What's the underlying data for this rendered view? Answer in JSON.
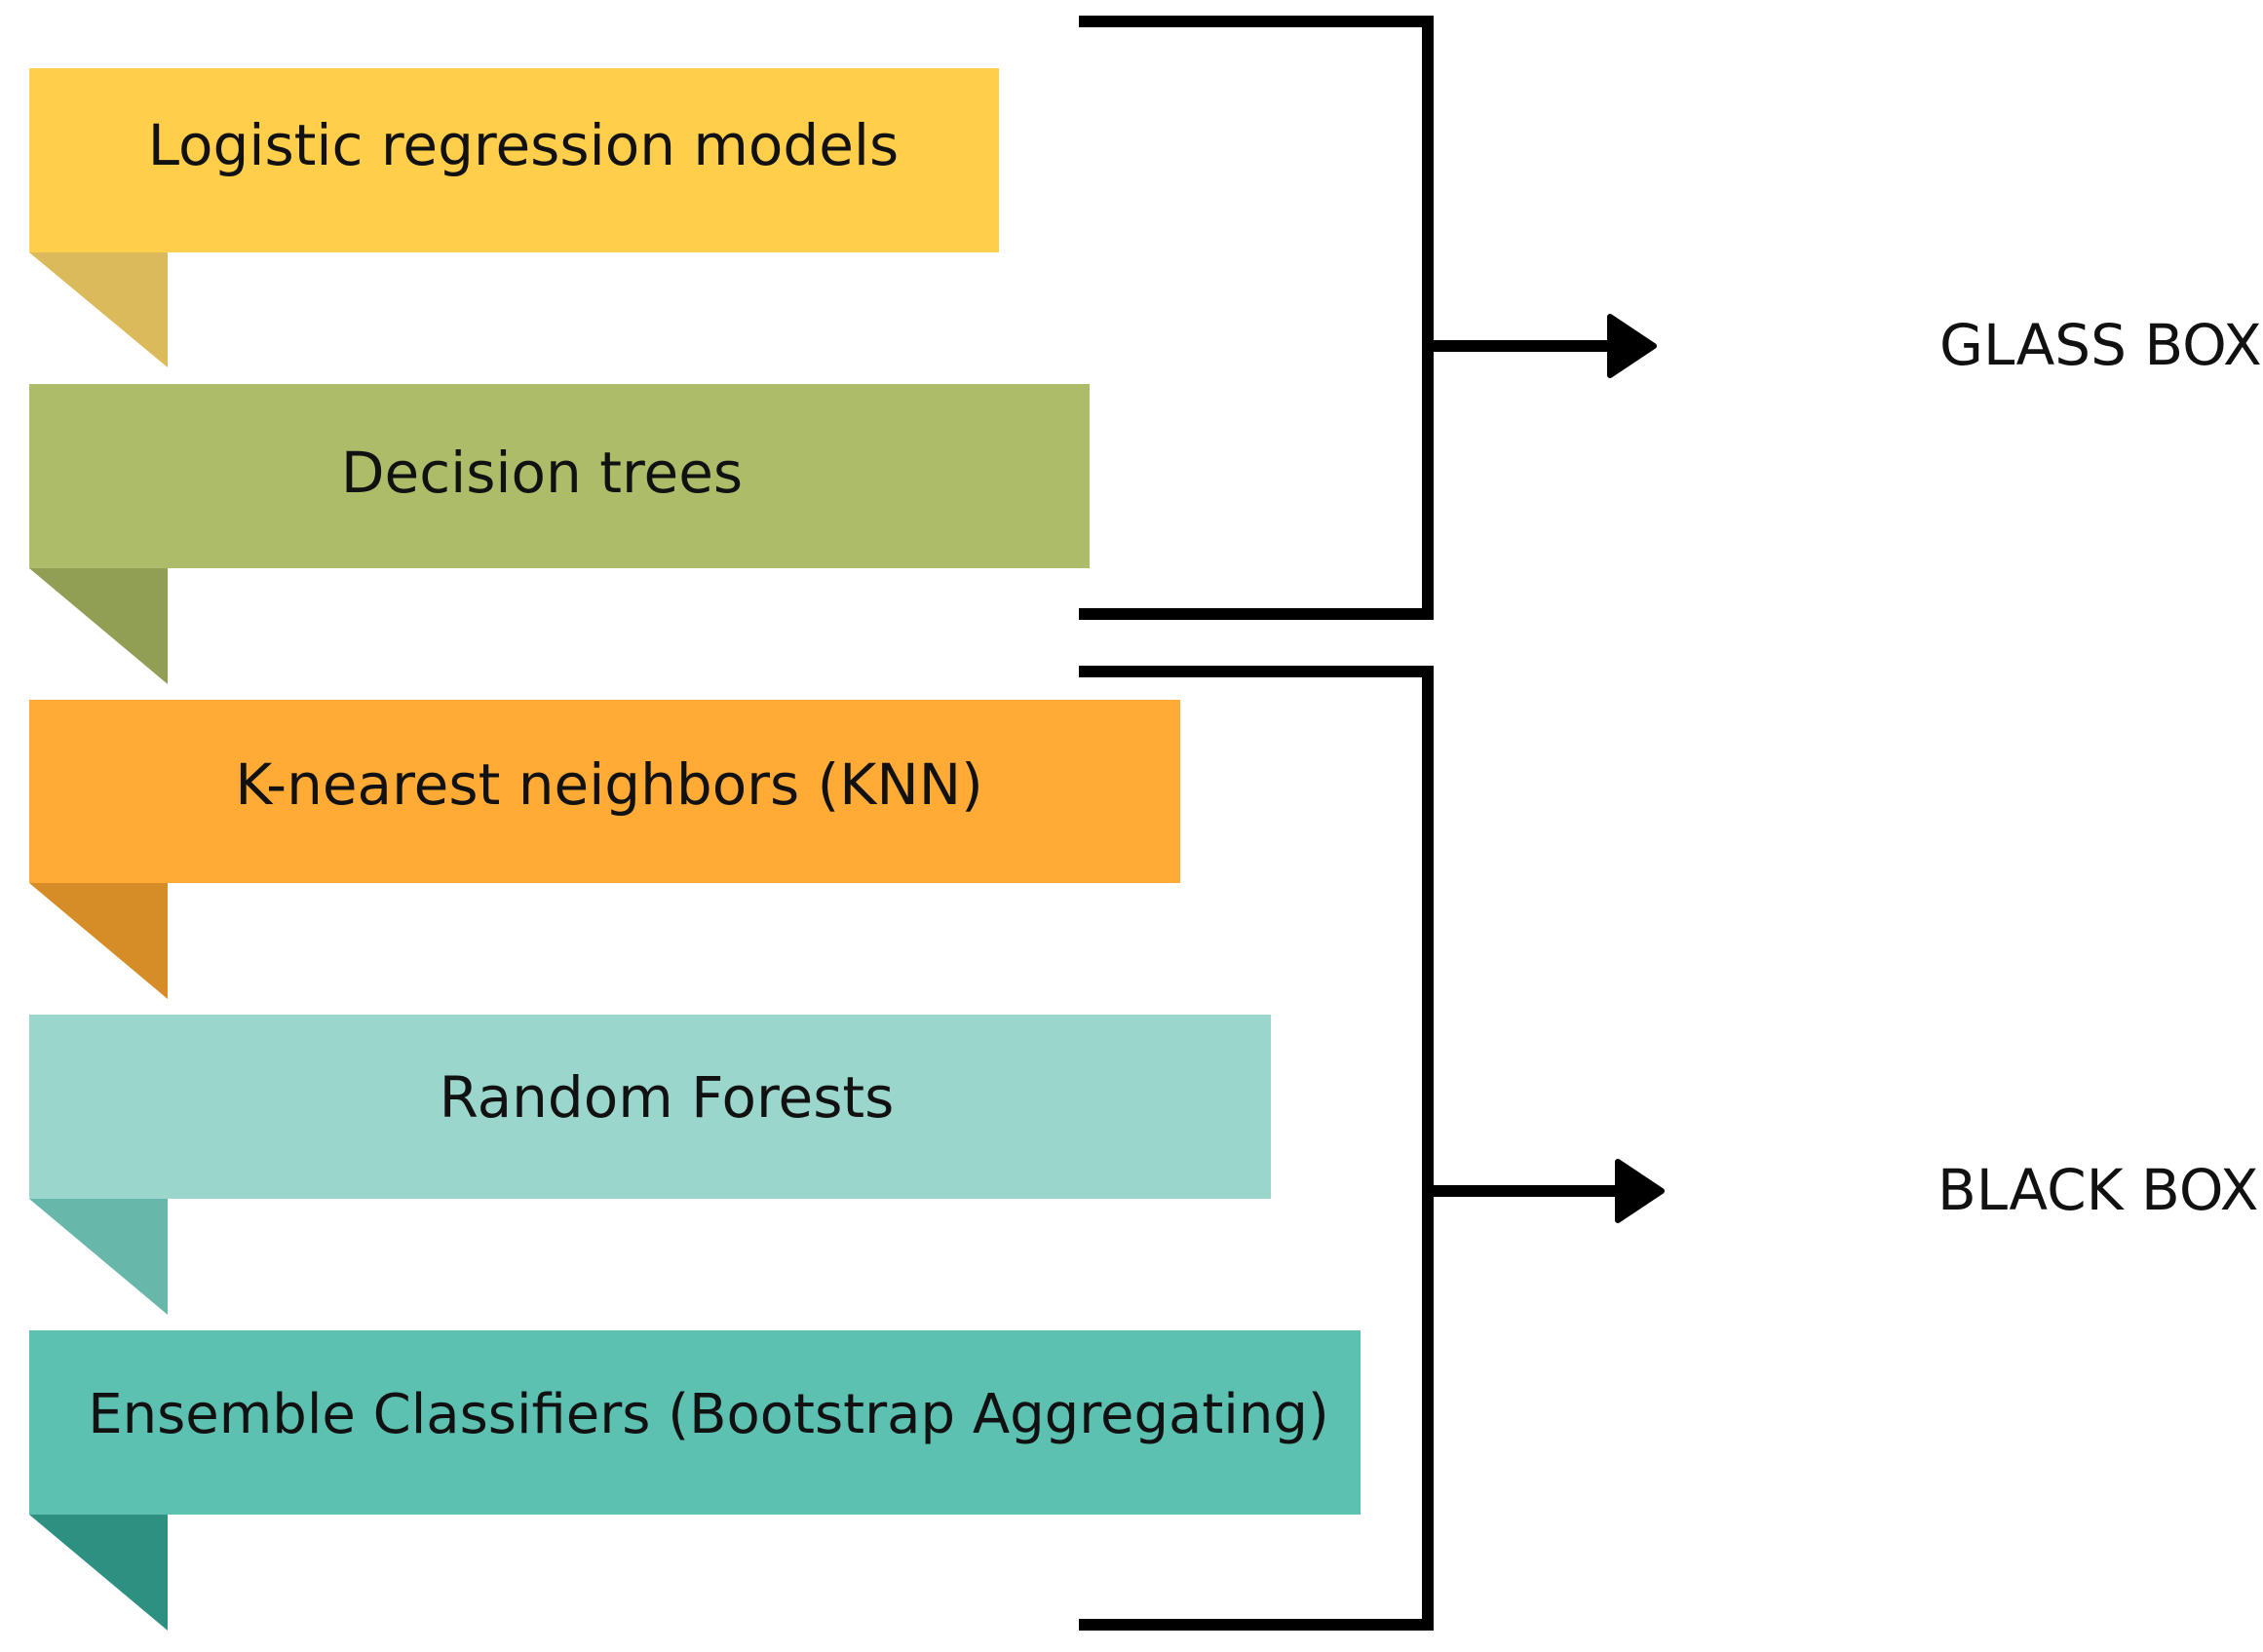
{
  "banners": [
    {
      "label": "Logistic regression models",
      "color": "#FFCE4A",
      "fold_color": "#DBBA5C"
    },
    {
      "label": "Decision trees",
      "color": "#ADBC68",
      "fold_color": "#919F54"
    },
    {
      "label": "K-nearest neighbors (KNN)",
      "color": "#FFAB35",
      "fold_color": "#D78D27"
    },
    {
      "label": "Random Forests",
      "color": "#9AD6CB",
      "fold_color": "#68B7AB"
    },
    {
      "label": "Ensemble Classifiers (Bootstrap Aggregating)",
      "color": "#5CC1B1",
      "fold_color": "#2E9081"
    }
  ],
  "groups": [
    {
      "label": "GLASS BOX",
      "members": [
        0,
        1
      ]
    },
    {
      "label": "BLACK BOX",
      "members": [
        2,
        3,
        4
      ]
    }
  ],
  "line_color": "#000000"
}
